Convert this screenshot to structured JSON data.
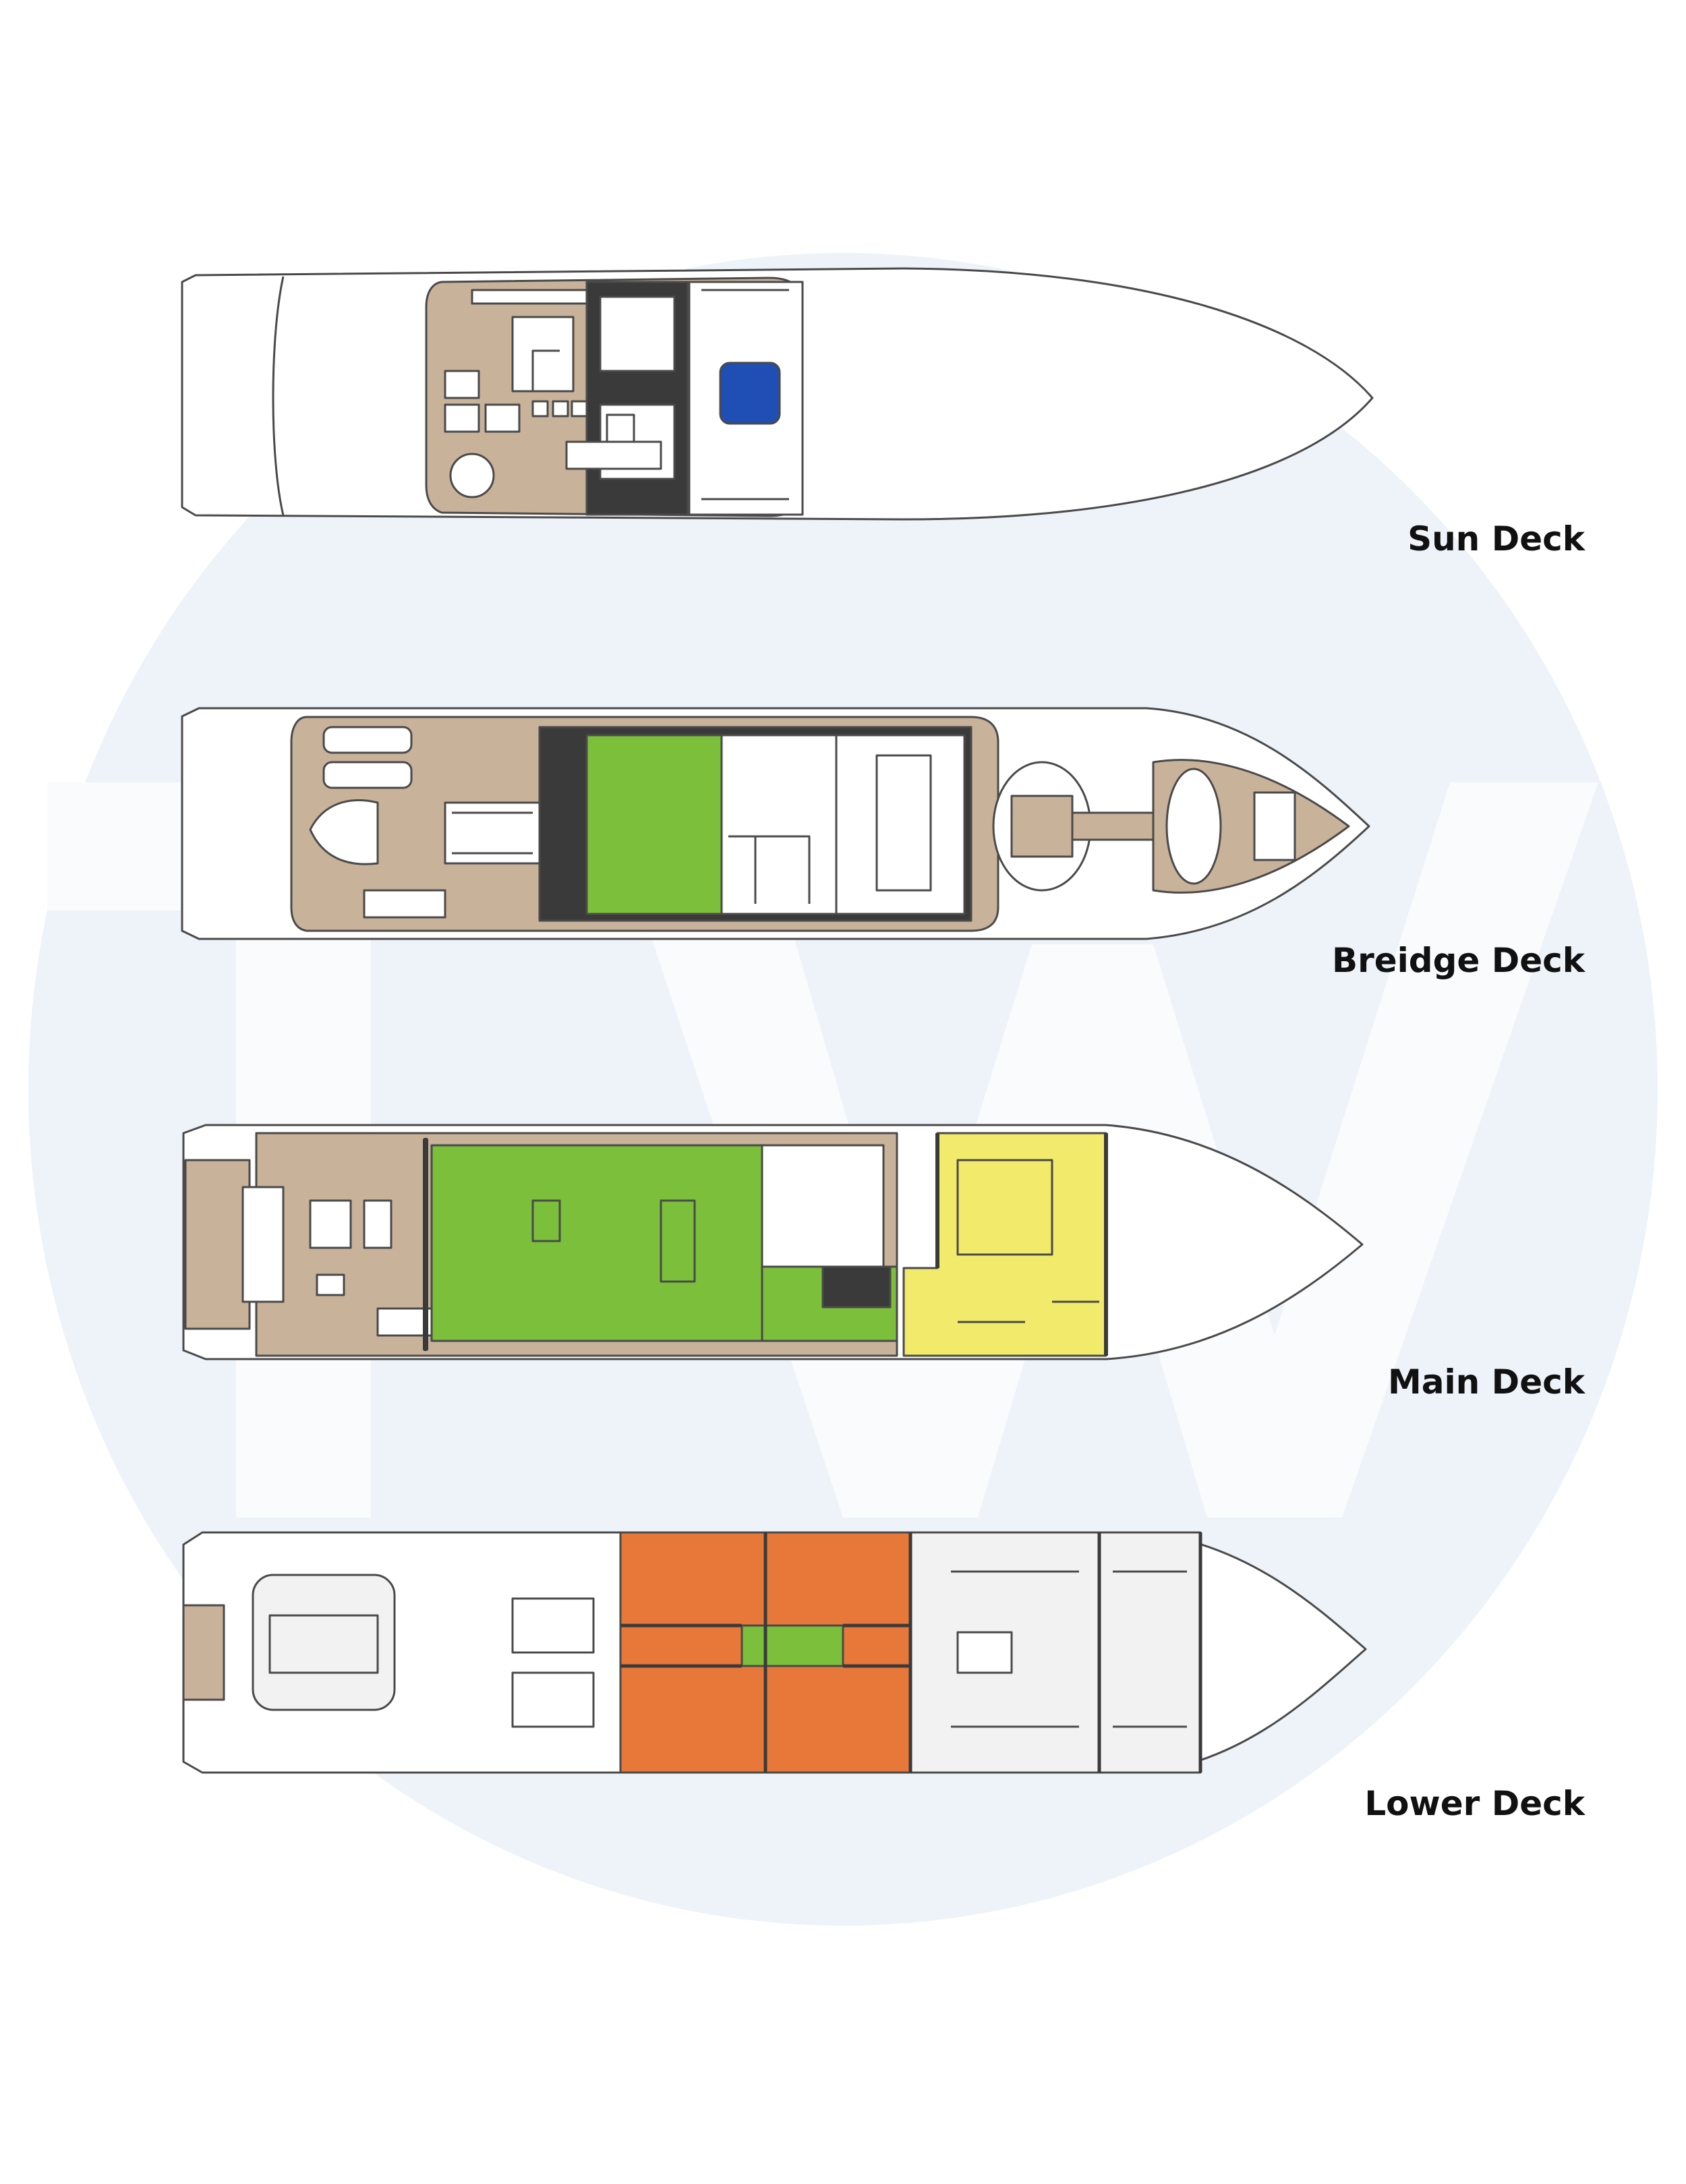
{
  "watermark": {
    "logo_letters": "TW",
    "circle_color": "#eef3f9",
    "letter_color": "#f9fbfd"
  },
  "colors": {
    "hull_stroke": "#4a4a4a",
    "hull_fill": "#ffffff",
    "teak_deck": "#c9b29a",
    "dark_structure": "#3a3a3a",
    "pool_water": "#1f4fb5",
    "owner_saloon_green": "#7bbf3a",
    "owner_suite_yellow": "#f2ea6a",
    "guest_cabins_orange": "#e8773a",
    "lower_corridor_green": "#7bbf3a",
    "crew_area_grey": "#f2f2f2"
  },
  "decks": [
    {
      "id": "sun",
      "label": "Sun Deck"
    },
    {
      "id": "bridge",
      "label": "Breidge Deck"
    },
    {
      "id": "main",
      "label": "Main Deck"
    },
    {
      "id": "lower",
      "label": "Lower Deck"
    }
  ]
}
